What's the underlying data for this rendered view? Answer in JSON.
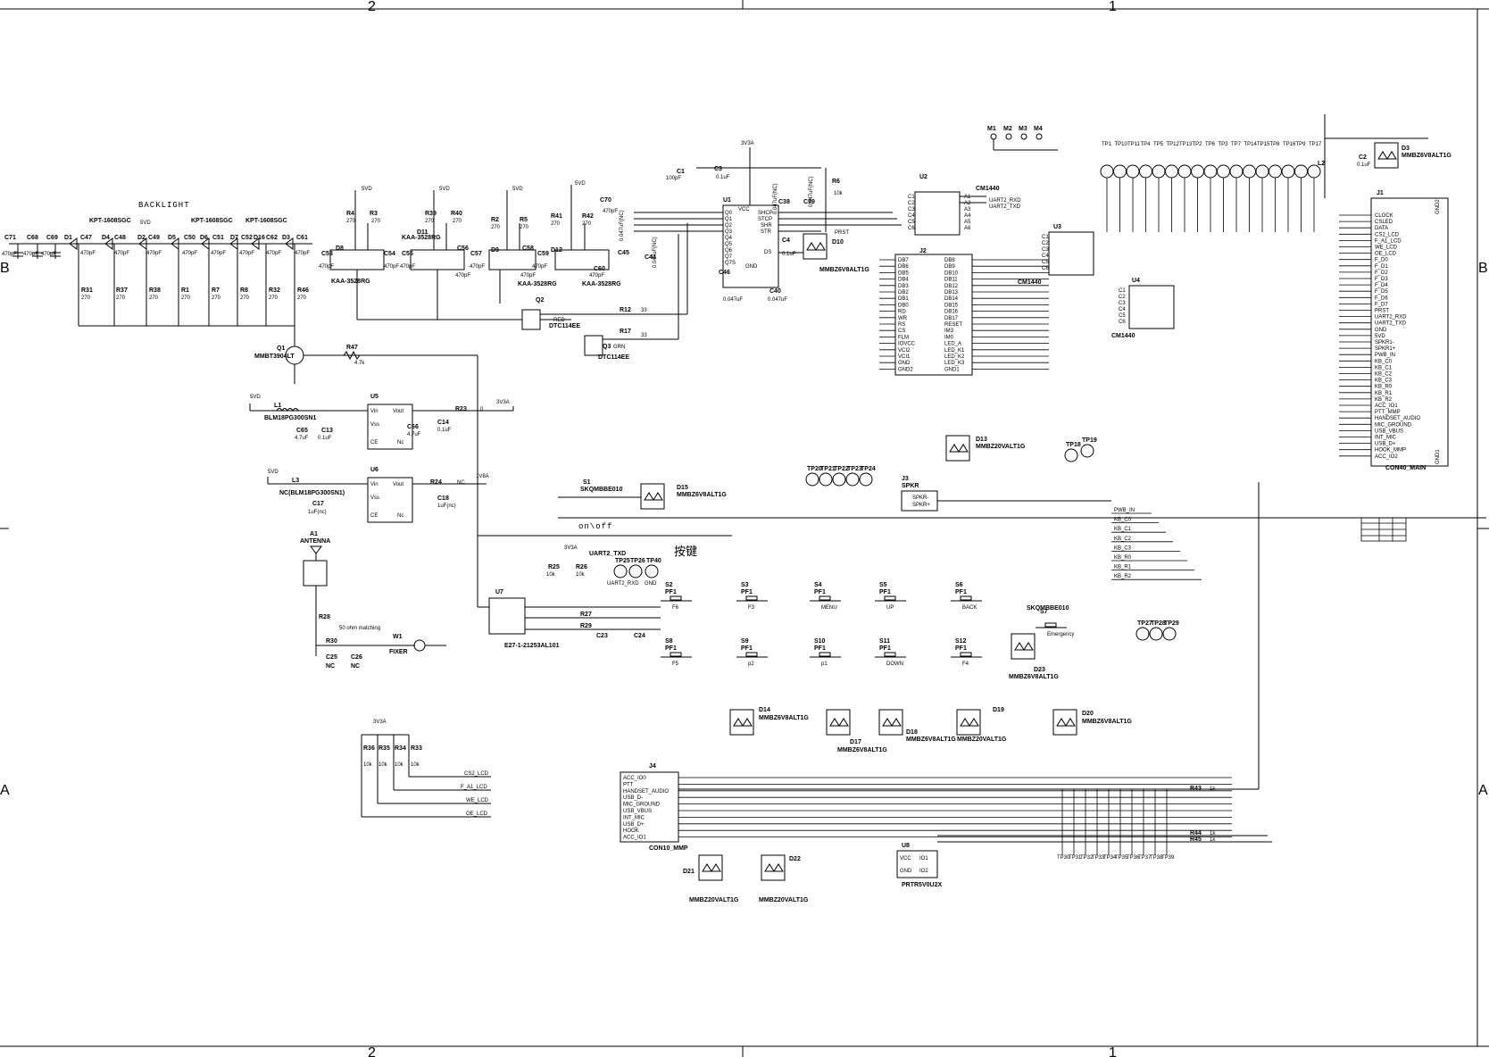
{
  "border": {
    "top_markers": [
      "2",
      "1"
    ],
    "bottom_markers": [
      "2",
      "1"
    ],
    "left_markers": [
      "B",
      "A"
    ],
    "right_markers": [
      "B",
      "A"
    ]
  },
  "backlight": {
    "title": "BACKLIGHT",
    "led_parts": [
      "KPT-1608SGC",
      "KPT-1608SGC",
      "KPT-1608SGC"
    ],
    "supply": "5VD",
    "caps": [
      "C71",
      "C68",
      "C69",
      "C47",
      "C48",
      "C49",
      "C50",
      "C51",
      "C52",
      "C62",
      "C61"
    ],
    "cap_value": "470pF",
    "leds": [
      "D1",
      "D4",
      "D2",
      "D5",
      "D6",
      "D7",
      "D16",
      "D3"
    ],
    "resistors": [
      "R31",
      "R37",
      "R38",
      "R1",
      "R7",
      "R8",
      "R32",
      "R46"
    ],
    "res_value": "270"
  },
  "transistor_q1": {
    "ref": "Q1",
    "part": "MMBT3904LT",
    "base_res": "R47",
    "base_value": "4.7k"
  },
  "kaa_leds": {
    "part": "KAA-3528RG",
    "refs": [
      "D8",
      "D11",
      "D9",
      "D12"
    ],
    "res_refs": [
      "R4",
      "R3",
      "R39",
      "R40",
      "R2",
      "R5",
      "R41",
      "R42"
    ],
    "value": "270",
    "caps": [
      "C53",
      "C54",
      "C55",
      "C56",
      "C57",
      "C58",
      "C59",
      "C60"
    ],
    "cap_value": "470pF",
    "supply": "5VD",
    "dtc": [
      "Q2",
      "Q3"
    ],
    "dtc_part": "DTC114EE",
    "r12": "R12",
    "r17": "R17",
    "r_value": "33",
    "red": "RED",
    "grn": "GRN"
  },
  "u1": {
    "ref": "U1",
    "supply": "3V3A",
    "pins_left": [
      "Q0",
      "Q1",
      "Q2",
      "Q3",
      "Q4",
      "Q5",
      "Q6",
      "Q7",
      "Q7S"
    ],
    "pins_right": [
      "SHCP",
      "STCP",
      "SHR",
      "STR",
      "DS"
    ],
    "gnd": "GND",
    "vcc": "VCC",
    "caps": [
      "C1",
      "C3",
      "C38",
      "C39",
      "C4",
      "C45",
      "C44",
      "C46",
      "C40",
      "C70"
    ],
    "cap_labels": [
      "100pF",
      "0.1uF",
      "0.047uF(NC)",
      "0.047uF(NC)",
      "0.1uF",
      "0.047uF(NC)",
      "0.047uF(NC)",
      "0.047uF",
      "0.047uF",
      "470pF"
    ],
    "r6": "R6",
    "r6_value": "10k",
    "d10": "D10",
    "d10_part": "MMBZ6V8ALT1G",
    "prst": "PRST"
  },
  "u2": {
    "ref": "U2",
    "part": "CM1440",
    "pins": [
      "C1",
      "C2",
      "C3",
      "C4",
      "C5",
      "C6"
    ],
    "outs": [
      "A1",
      "A2",
      "A3",
      "A4",
      "A5",
      "A6"
    ],
    "net1": "UART2_RXD",
    "net2": "UART2_TXD"
  },
  "motors": [
    "M1",
    "M2",
    "M3",
    "M4"
  ],
  "u3": {
    "ref": "U3",
    "part": "CM1440",
    "pins": [
      "C1",
      "C2",
      "C3",
      "C4",
      "C5",
      "C6"
    ]
  },
  "u4": {
    "ref": "U4",
    "part": "CM1440",
    "pins": [
      "C1",
      "C2",
      "C3",
      "C4",
      "C5",
      "C6"
    ]
  },
  "j2": {
    "ref": "J2",
    "left": [
      "DB7",
      "DB6",
      "DB5",
      "DB4",
      "DB3",
      "DB2",
      "DB1",
      "DB0",
      "RD",
      "WR",
      "RS",
      "CS",
      "FLM",
      "IOVCC",
      "VCI2",
      "VCI1",
      "GND",
      "GND2"
    ],
    "right": [
      "DB8",
      "DB9",
      "DB10",
      "DB11",
      "DB12",
      "DB13",
      "DB14",
      "DB15",
      "DB16",
      "DB17",
      "RESET",
      "IM3",
      "IM0",
      "LED_A",
      "LED_K1",
      "LED_K2",
      "LED_K3",
      "GND1"
    ]
  },
  "testpoints_top": [
    "TP1",
    "TP10",
    "TP11",
    "TP4",
    "TP5",
    "TP12",
    "TP13",
    "TP2",
    "TP6",
    "TP3",
    "TP7",
    "TP14",
    "TP15",
    "TP8",
    "TP16",
    "TP9",
    "TP17"
  ],
  "j1": {
    "ref": "J1",
    "part": "CON40_MAIN",
    "pins": [
      "CLOCK",
      "CSLED",
      "DATA",
      "CS2_LCD",
      "F_A1_LCD",
      "WE_LCD",
      "OE_LCD",
      "F_D0",
      "F_D1",
      "F_D2",
      "F_D3",
      "F_D4",
      "F_D5",
      "F_D6",
      "F_D7",
      "PRST",
      "UART2_RXD",
      "UART2_TXD",
      "GND",
      "5VD",
      "SPKR1-",
      "SPKR1+",
      "PWB_IN",
      "KB_C0",
      "KB_C1",
      "KB_C2",
      "KB_C3",
      "KB_R0",
      "KB_R1",
      "KB_R2",
      "ACC_IO1",
      "PTT_MMP",
      "HANDSET_AUDIO",
      "MIC_GROUND",
      "USB_VBUS",
      "INT_MIC",
      "USB_D+",
      "HOOK_MMP",
      "ACC_IO2"
    ],
    "gnd1": "GND1",
    "gnd2": "GND2",
    "d3": "D3",
    "d3_part": "MMBZ6V8ALT1G",
    "l2": "L2",
    "c2": "C2",
    "c2_value": "0.1uF"
  },
  "u5": {
    "ref": "U5",
    "supply": "5VD",
    "l1": "L1",
    "l1_part": "BLM18PG300SN1",
    "pins": [
      "Vin",
      "Vss",
      "CE",
      "Vout",
      "Nc"
    ],
    "caps": [
      "C65",
      "C13",
      "C66",
      "C14"
    ],
    "cap_values": [
      "4.7uF",
      "0.1uF",
      "4.7uF",
      "0.1uF"
    ],
    "r23": "R23",
    "r23_value": "0",
    "out": "3V3A"
  },
  "u6": {
    "ref": "U6",
    "supply": "5VD",
    "l3": "L3",
    "l3_part": "NC(BLM18PG300SN1)",
    "pins": [
      "Vin",
      "Vss",
      "CE",
      "Vout",
      "Nc"
    ],
    "caps": [
      "C17",
      "C18"
    ],
    "cap_values": [
      "1uF(nc)",
      "1uF(nc)"
    ],
    "r24": "R24",
    "r24_value": "NC",
    "out": "1V8A"
  },
  "antenna": {
    "ref": "A1",
    "name": "ANTENNA",
    "r28": "R28",
    "r30": "R30",
    "c25": "C25",
    "c26": "C26",
    "nc": "NC",
    "match": "50 ohm matching",
    "w1": "W1",
    "fixer": "FIXER"
  },
  "switches": {
    "s1": "S1",
    "s1_part": "SKQMBBE010",
    "s1_label": "on\\off",
    "d15": "D15",
    "d15_part": "MMBZ6V8ALT1G",
    "keypad_title": "按键",
    "refs": [
      "S2",
      "S3",
      "S4",
      "S5",
      "S6",
      "S8",
      "S9",
      "S10",
      "S11",
      "S12",
      "S7"
    ],
    "names": [
      "F6",
      "F3",
      "MENU",
      "UP",
      "BACK",
      "F5",
      "p2",
      "p1",
      "DOWN",
      "F4",
      "Emergency"
    ],
    "part": "PF1",
    "s7_part": "SKQMBBE010",
    "d23": "D23",
    "d23_part": "MMBZ6V8ALT1G"
  },
  "u7": {
    "ref": "U7",
    "part": "E27-1-21253AL101",
    "r25": "R25",
    "r26": "R26",
    "r27": "R27",
    "r29": "R29",
    "c23": "C23",
    "c24": "C24",
    "supply": "3V3A",
    "val": "10k"
  },
  "tps_mid": [
    "TP20",
    "TP21",
    "TP22",
    "TP23",
    "TP24",
    "TP25",
    "TP26",
    "TP40",
    "TP18",
    "TP19",
    "TP27",
    "TP28",
    "TP29"
  ],
  "tp_labels": {
    "tp25": "UART2_TXD",
    "tp26": "UART2_RXD",
    "tp40": "GND"
  },
  "j3": {
    "ref": "J3",
    "part": "SPKR",
    "pins": [
      "SPKR-",
      "SPKR+"
    ]
  },
  "d13": {
    "ref": "D13",
    "part": "MMBZ20VALT1G"
  },
  "kb_nets": [
    "PWB_IN",
    "KB_C0",
    "KB_C1",
    "KB_C2",
    "KB_C3",
    "KB_R0",
    "KB_R1",
    "KB_R2"
  ],
  "lcd_pullups": {
    "supply": "3V3A",
    "refs": [
      "R36",
      "R35",
      "R34",
      "R33"
    ],
    "value": "10k",
    "nets": [
      "CS2_LCD",
      "F_A1_LCD",
      "WE_LCD",
      "OE_LCD"
    ]
  },
  "j4": {
    "ref": "J4",
    "part": "CON10_MMP",
    "pins": [
      "ACC_IO0",
      "PTT",
      "HANDSET_AUDIO",
      "USB_D-",
      "MIC_GROUND",
      "USB_VBUS",
      "INT_MIC",
      "USB_D+",
      "HOOK",
      "ACC_IO1"
    ]
  },
  "esd_bottom": {
    "refs": [
      "D14",
      "D17",
      "D18",
      "D19",
      "D20",
      "D21",
      "D22"
    ],
    "parts": [
      "MMBZ6V8ALT1G",
      "MMBZ20VALT1G"
    ]
  },
  "u8": {
    "ref": "U8",
    "part": "PRTR5V0U2X",
    "pins": [
      "VCC",
      "IO1",
      "GND",
      "IO2"
    ]
  },
  "tps_bottom": [
    "TP30",
    "TP31",
    "TP32",
    "TP33",
    "TP34",
    "TP35",
    "TP36",
    "TP37",
    "TP38",
    "TP39"
  ],
  "r43": "R43",
  "r44": "R44",
  "r45": "R45",
  "r_1k": "1k"
}
